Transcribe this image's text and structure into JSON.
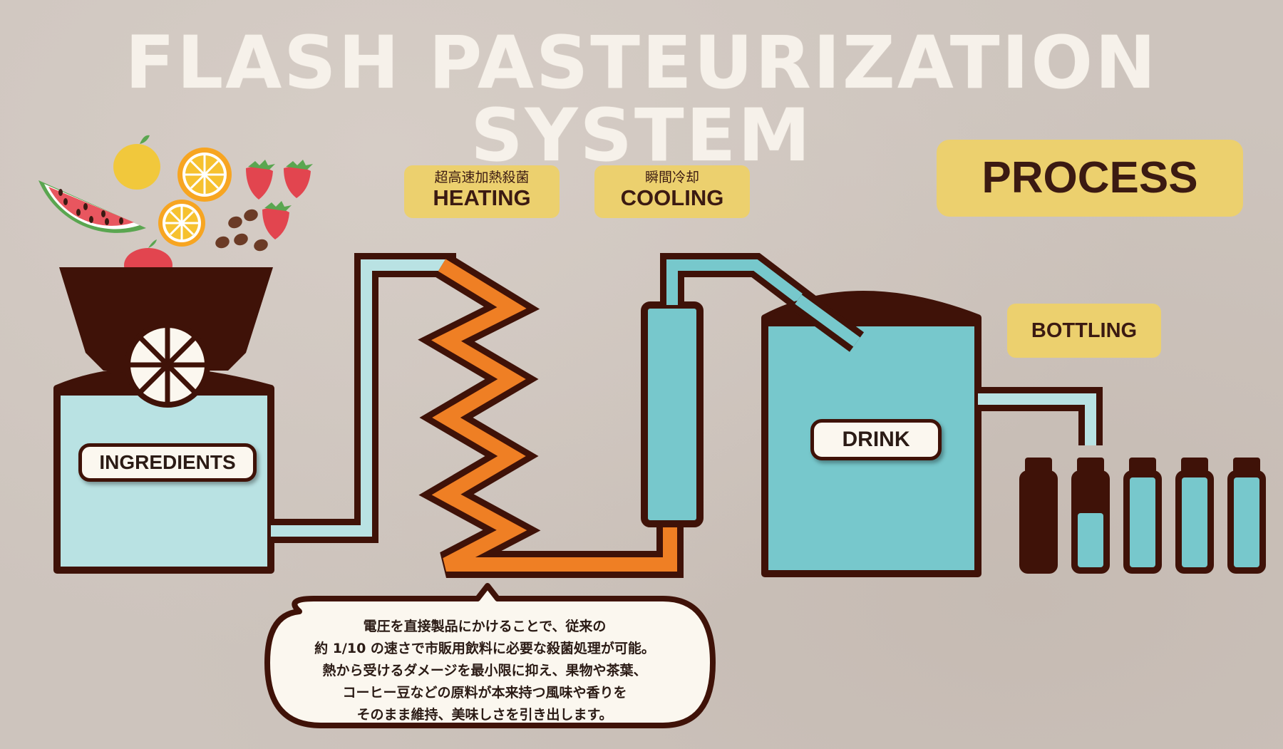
{
  "title": "FLASH PASTEURIZATION SYSTEM",
  "process_label": "PROCESS",
  "steps": {
    "heating": {
      "jp": "超高速加熱殺菌",
      "en": "HEATING"
    },
    "cooling": {
      "jp": "瞬間冷却",
      "en": "COOLING"
    },
    "bottling": {
      "en": "BOTTLING"
    }
  },
  "labels": {
    "ingredients": "INGREDIENTS",
    "drink": "DRINK"
  },
  "description": [
    "電圧を直接製品にかけることで、従来の",
    "約 1/10 の速さで市販用飲料に必要な殺菌処理が可能。",
    "熱から受けるダメージを最小限に抑え、果物や茶葉、",
    "コーヒー豆などの原料が本来持つ風味や香りを",
    "そのまま維持、美味しさを引き出します。"
  ],
  "colors": {
    "outline": "#3f1208",
    "light_blue": "#b9e2e3",
    "teal": "#77c8cc",
    "orange": "#ef7f24",
    "tag_yellow": "#ecd06e",
    "cream": "#fbf7ef"
  },
  "icons": [
    "watermelon-icon",
    "lemon-icon",
    "orange-slice-icon",
    "strawberry-icon",
    "coffee-bean-icon",
    "apple-icon",
    "hopper-wheel-icon",
    "bottle-icon"
  ]
}
